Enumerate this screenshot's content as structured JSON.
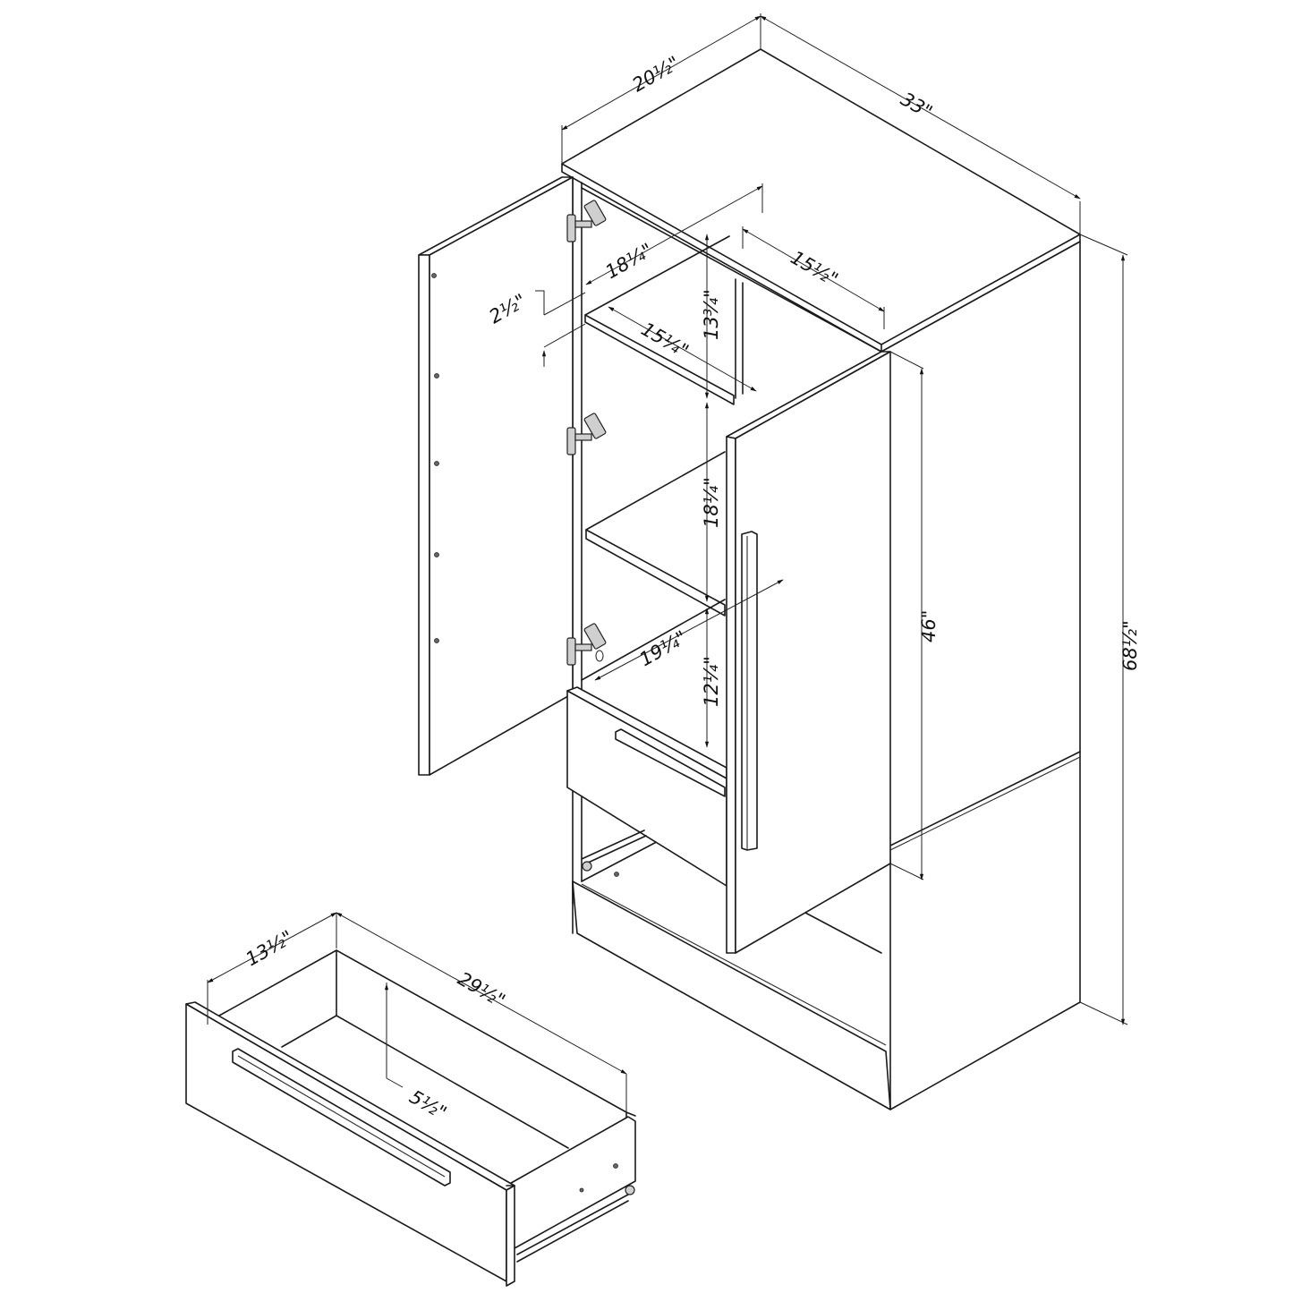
{
  "diagram": {
    "subject": "Armoire with two doors, adjustable shelves and one drawer (isometric dimension drawing)",
    "stroke_color": "#1a1a1a",
    "background": "#ffffff"
  },
  "dimensions": {
    "overall_depth": "20½\"",
    "overall_width": "33\"",
    "overall_height": "68½\"",
    "door_height": "46\"",
    "interior_depth_top": "18¼\"",
    "interior_width_top": "15½\"",
    "shelf_offset": "2½\"",
    "shelf_depth": "15¼\"",
    "top_compartment_height": "13¾\"",
    "middle_compartment_height": "18¼\"",
    "lower_compartment_depth": "19¼\"",
    "lower_compartment_height": "12¼\"",
    "drawer_depth": "13½\"",
    "drawer_width": "29½\"",
    "drawer_height": "5½\""
  },
  "parts": {
    "left_door": "left-door-open",
    "right_door": "right-door-closed",
    "hinges": 3,
    "left_door_shelf_pin_holes": 5,
    "detached_drawer": "drawer-pulled-out"
  }
}
